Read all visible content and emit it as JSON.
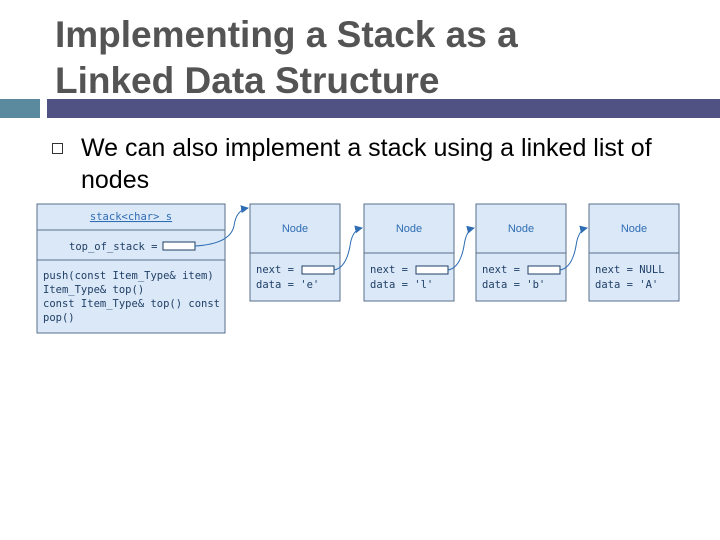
{
  "slide": {
    "title_line1": "Implementing a Stack as a",
    "title_line2": "Linked Data Structure",
    "bullet": "We can also implement a stack using a linked list of nodes"
  },
  "stack_box": {
    "header": "stack<char> s",
    "field": "top_of_stack =",
    "methods": [
      "push(const Item_Type& item)",
      "Item_Type& top()",
      "const Item_Type& top() const",
      "pop()"
    ]
  },
  "nodes": [
    {
      "title": "Node",
      "next": "next =",
      "data": "data = 'e'"
    },
    {
      "title": "Node",
      "next": "next =",
      "data": "data = 'l'"
    },
    {
      "title": "Node",
      "next": "next =",
      "data": "data = 'b'"
    },
    {
      "title": "Node",
      "next": "next = NULL",
      "data": "data = 'A'"
    }
  ],
  "colors": {
    "title_text": "#545454",
    "rule_accent": "#5b8a9e",
    "rule_main": "#4f5283",
    "box_fill": "#dbe8f7",
    "box_border": "#5a6f8c",
    "diagram_text": "#2e6db4"
  },
  "icons": {
    "bullet": "hollow-square-bullet-icon"
  }
}
